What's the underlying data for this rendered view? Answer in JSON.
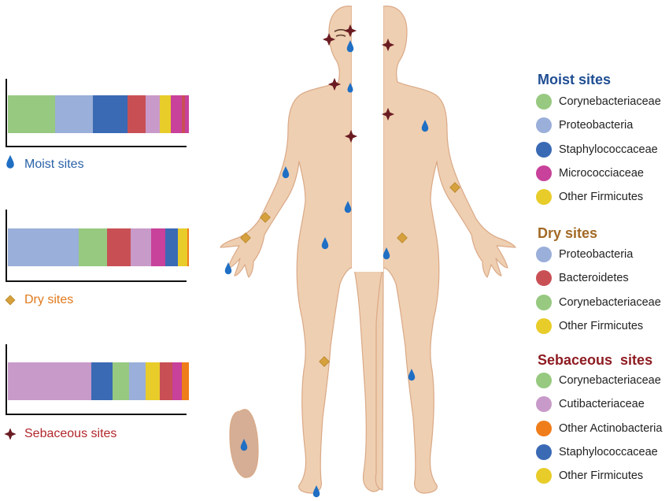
{
  "colors": {
    "corynebacteriaceae": "#97c980",
    "proteobacteria": "#9aafd9",
    "staphylococcaceae": "#3a6ab4",
    "micrococcaceae": "#c8419a",
    "other_firmicutes": "#e8cc2a",
    "bacteroidetes": "#c85055",
    "cutibacteriaceae": "#c89ac9",
    "other_actinobacteria": "#ef7d1a",
    "moist_marker": "#1f6fc4",
    "dry_marker": "#d6a13d",
    "sebaceous_marker": "#6a1c22",
    "skin": "#efcfb1",
    "skin_outline": "#d9a987"
  },
  "bars": [
    {
      "label": "Moist sites",
      "label_color": "#2a62a8",
      "marker": "drop",
      "segments": [
        {
          "taxon": "corynebacteriaceae",
          "value": 26
        },
        {
          "taxon": "proteobacteria",
          "value": 21
        },
        {
          "taxon": "staphylococcaceae",
          "value": 19
        },
        {
          "taxon": "bacteroidetes",
          "value": 10
        },
        {
          "taxon": "cutibacteriaceae",
          "value": 8
        },
        {
          "taxon": "other_firmicutes",
          "value": 6
        },
        {
          "taxon": "micrococcaceae",
          "value": 6
        },
        {
          "taxon": "bacteroidetes",
          "value": 2
        },
        {
          "taxon": "micrococcaceae",
          "value": 2
        }
      ]
    },
    {
      "label": "Dry sites",
      "label_color": "#e0791b",
      "marker": "diamond",
      "segments": [
        {
          "taxon": "proteobacteria",
          "value": 39
        },
        {
          "taxon": "corynebacteriaceae",
          "value": 16
        },
        {
          "taxon": "bacteroidetes",
          "value": 13
        },
        {
          "taxon": "cutibacteriaceae",
          "value": 11
        },
        {
          "taxon": "micrococcaceae",
          "value": 8
        },
        {
          "taxon": "staphylococcaceae",
          "value": 7
        },
        {
          "taxon": "other_firmicutes",
          "value": 5
        },
        {
          "taxon": "other_actinobacteria",
          "value": 1
        }
      ]
    },
    {
      "label": "Sebaceous sites",
      "label_color": "#b2272c",
      "marker": "star",
      "segments": [
        {
          "taxon": "cutibacteriaceae",
          "value": 46
        },
        {
          "taxon": "staphylococcaceae",
          "value": 12
        },
        {
          "taxon": "corynebacteriaceae",
          "value": 9
        },
        {
          "taxon": "proteobacteria",
          "value": 9
        },
        {
          "taxon": "other_firmicutes",
          "value": 8
        },
        {
          "taxon": "bacteroidetes",
          "value": 7
        },
        {
          "taxon": "micrococcaceae",
          "value": 5
        },
        {
          "taxon": "other_actinobacteria",
          "value": 4
        }
      ]
    }
  ],
  "legend": [
    {
      "title": "Moist sites",
      "title_color": "#1f4e93",
      "items": [
        {
          "label": "Corynebacteriaceae",
          "taxon": "corynebacteriaceae"
        },
        {
          "label": "Proteobacteria",
          "taxon": "proteobacteria"
        },
        {
          "label": "Staphylococcaceae",
          "taxon": "staphylococcaceae"
        },
        {
          "label": "Micrococciaceae",
          "taxon": "micrococcaceae"
        },
        {
          "label": "Other Firmicutes",
          "taxon": "other_firmicutes"
        }
      ]
    },
    {
      "title": "Dry sites",
      "title_color": "#a26a25",
      "items": [
        {
          "label": "Proteobacteria",
          "taxon": "proteobacteria"
        },
        {
          "label": "Bacteroidetes",
          "taxon": "bacteroidetes"
        },
        {
          "label": "Corynebacteriaceae",
          "taxon": "corynebacteriaceae"
        },
        {
          "label": "Other Firmicutes",
          "taxon": "other_firmicutes"
        }
      ]
    },
    {
      "title": "Sebaceous  sites",
      "title_color": "#8e1c22",
      "items": [
        {
          "label": "Corynebacteriaceae",
          "taxon": "corynebacteriaceae"
        },
        {
          "label": "Cutibacteriaceae",
          "taxon": "cutibacteriaceae"
        },
        {
          "label": "Other Actinobacteria",
          "taxon": "other_actinobacteria"
        },
        {
          "label": "Staphylococcaceae",
          "taxon": "staphylococcaceae"
        },
        {
          "label": "Other Firmicutes",
          "taxon": "other_firmicutes"
        }
      ]
    }
  ],
  "body_markers": [
    {
      "type": "star",
      "site": "left temple"
    },
    {
      "type": "star",
      "site": "forehead"
    },
    {
      "type": "drop",
      "site": "nostril"
    },
    {
      "type": "star",
      "site": "back of head"
    },
    {
      "type": "star",
      "site": "neck"
    },
    {
      "type": "drop",
      "site": "chest"
    },
    {
      "type": "star",
      "site": "upper back"
    },
    {
      "type": "star",
      "site": "sternum"
    },
    {
      "type": "drop",
      "site": "inner elbow"
    },
    {
      "type": "drop",
      "site": "back of elbow"
    },
    {
      "type": "diamond",
      "site": "forearm"
    },
    {
      "type": "diamond",
      "site": "back forearm"
    },
    {
      "type": "diamond",
      "site": "palm"
    },
    {
      "type": "drop",
      "site": "navel"
    },
    {
      "type": "drop",
      "site": "groin"
    },
    {
      "type": "diamond",
      "site": "buttock"
    },
    {
      "type": "drop",
      "site": "gluteal crease"
    },
    {
      "type": "drop",
      "site": "finger"
    },
    {
      "type": "diamond",
      "site": "shin"
    },
    {
      "type": "drop",
      "site": "back of knee"
    },
    {
      "type": "drop",
      "site": "sole"
    },
    {
      "type": "drop",
      "site": "toe web"
    }
  ]
}
